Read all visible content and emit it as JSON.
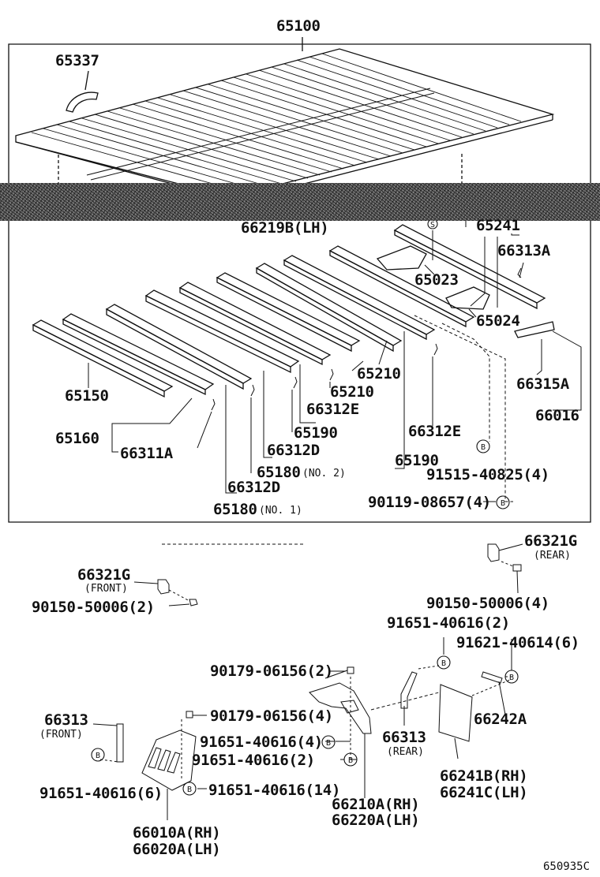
{
  "labels": {
    "p65100": "65100",
    "p65337": "65337",
    "p66219b": "66219B(LH)",
    "p65241": "65241",
    "p66313a": "66313A",
    "p65023": "65023",
    "p65024": "65024",
    "p65210a": "65210",
    "p65210b": "65210",
    "p66312e_a": "66312E",
    "p65190_a": "65190",
    "p66312e_b": "66312E",
    "p65190_b": "65190",
    "p66315a": "66315A",
    "p66016": "66016",
    "p65150": "65150",
    "p65160": "65160",
    "p66311a": "66311A",
    "p66312d_a": "66312D",
    "p65180_a": "65180",
    "p65180_a_note": "(NO. 2)",
    "p66312d_b": "66312D",
    "p65180_b": "65180",
    "p65180_b_note": "(NO. 1)",
    "p91515": "91515-40825(4)",
    "p90119": "90119-08657(4)",
    "p66321g_rear": "66321G",
    "rear_1": "(REAR)",
    "p66321g_front": "66321G",
    "front_1": "(FRONT)",
    "p90150_a": "90150-50006(2)",
    "p90150_b": "90150-50006(4)",
    "p91651_b": "91651-40616(2)",
    "p91621": "91621-40614(6)",
    "p90179_a": "90179-06156(2)",
    "p90179_b": "90179-06156(4)",
    "p66313_front": "66313",
    "front_2": "(FRONT)",
    "p91651_c": "91651-40616(4)",
    "p91651_d": "91651-40616(2)",
    "p66313_rear": "66313",
    "rear_2": "(REAR)",
    "p66242a": "66242A",
    "p91651_e": "91651-40616(6)",
    "p91651_f": "91651-40616(14)",
    "p66210a": "66210A(RH)",
    "p66220a": "66220A(LH)",
    "p66241b": "66241B(RH)",
    "p66241c": "66241C(LH)",
    "p66010a": "66010A(RH)",
    "p66020a": "66020A(LH)",
    "diagram_code": "650935C"
  },
  "markers": {
    "s": "S",
    "b": "B"
  }
}
